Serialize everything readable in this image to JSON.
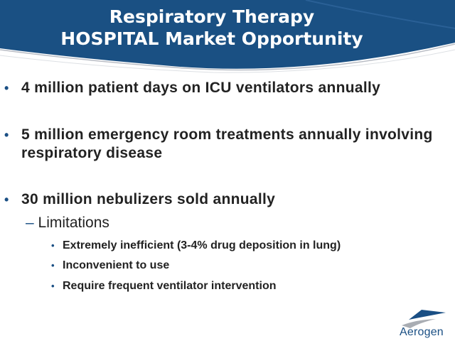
{
  "title": {
    "line1": "Respiratory Therapy",
    "line2": "HOSPITAL Market Opportunity"
  },
  "bullets": [
    {
      "text": "4 million patient days on ICU ventilators annually"
    },
    {
      "text": "5 million emergency room treatments annually involving respiratory disease"
    },
    {
      "text": "30 million nebulizers sold annually"
    }
  ],
  "sub": {
    "dash": "–",
    "text": "Limitations"
  },
  "subsub": [
    {
      "text": "Extremely inefficient (3-4% drug deposition in lung)"
    },
    {
      "text": "Inconvenient to use"
    },
    {
      "text": "Require frequent ventilator intervention"
    }
  ],
  "bullet_glyph": "•",
  "logo": {
    "name": "Aerogen"
  },
  "colors": {
    "header": "#1a5083",
    "text": "#222222",
    "accent": "#1a4f84"
  }
}
